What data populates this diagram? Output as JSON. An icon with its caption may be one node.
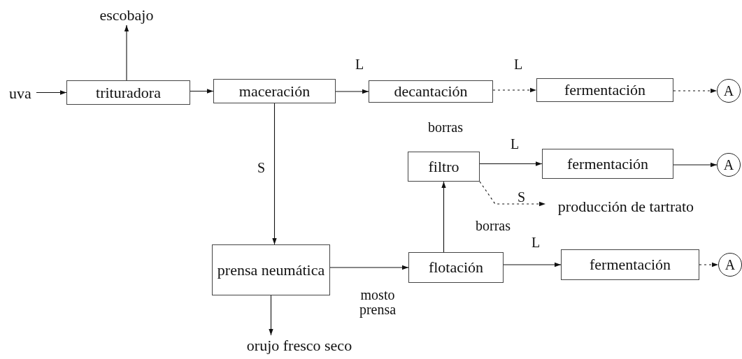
{
  "diagram": {
    "nodes": [
      {
        "text": [
          "uva"
        ]
      },
      {
        "text": [
          "trituradora"
        ]
      },
      {
        "text": [
          "escobajo"
        ]
      },
      {
        "text": [
          "maceración"
        ]
      },
      {
        "text": [
          "decantación"
        ]
      },
      {
        "text": [
          "fermentación"
        ]
      },
      {
        "text": [
          "A"
        ]
      },
      {
        "text": [
          "filtro"
        ]
      },
      {
        "text": [
          "fermentación"
        ]
      },
      {
        "text": [
          "A"
        ]
      },
      {
        "text": [
          "producción de tartrato"
        ]
      },
      {
        "text": [
          "prensa neumática"
        ]
      },
      {
        "text": [
          "orujo fresco seco"
        ]
      },
      {
        "text": [
          "flotación"
        ]
      },
      {
        "text": [
          "fermentación"
        ]
      },
      {
        "text": [
          "A"
        ]
      }
    ],
    "edges": [
      {
        "from": 0,
        "to": 1,
        "arrow": "to"
      },
      {
        "from": 1,
        "to": 2,
        "arrow": "to"
      },
      {
        "from": 1,
        "to": 3,
        "arrow": "to"
      },
      {
        "from": 3,
        "to": 4,
        "arrow": "to",
        "label": "L"
      },
      {
        "from": 4,
        "to": 5,
        "arrow": "to",
        "label": "L",
        "style": "dashed"
      },
      {
        "from": 5,
        "to": 6,
        "arrow": "to",
        "style": "dashed"
      },
      {
        "from": 3,
        "to": 11,
        "arrow": "to",
        "label": "S"
      },
      {
        "from": 11,
        "to": 12,
        "arrow": "to"
      },
      {
        "from": 11,
        "to": 13,
        "arrow": "to",
        "label": "mosto prensa"
      },
      {
        "from": 13,
        "to": 7,
        "arrow": "to",
        "label": "borras"
      },
      {
        "from": 7,
        "to": 8,
        "arrow": "to",
        "label": "L"
      },
      {
        "from": 7,
        "to": 10,
        "arrow": "to",
        "label": "S",
        "style": "dashed"
      },
      {
        "from": 8,
        "to": 9,
        "arrow": "to"
      },
      {
        "from": 13,
        "to": 14,
        "arrow": "to",
        "label": "L"
      },
      {
        "from": 14,
        "to": 15,
        "arrow": "to",
        "style": "dashed"
      }
    ],
    "labels": [
      "borras"
    ]
  }
}
